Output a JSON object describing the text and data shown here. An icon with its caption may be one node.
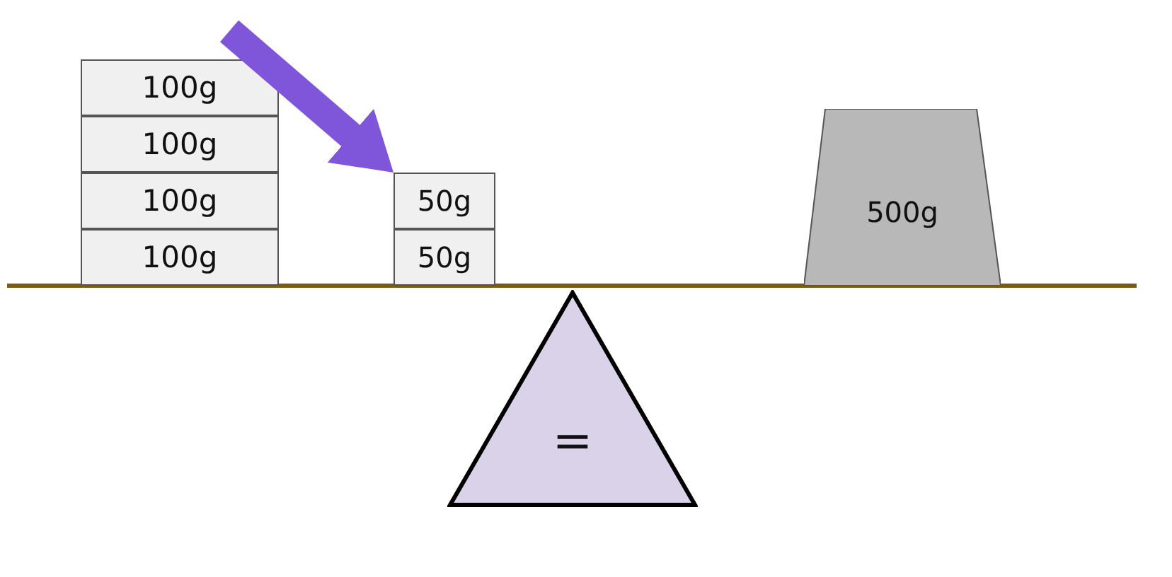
{
  "diagram": {
    "nodes": [
      {
        "text": [
          "100g"
        ]
      },
      {
        "text": [
          "100g"
        ]
      },
      {
        "text": [
          "100g"
        ]
      },
      {
        "text": [
          "100g"
        ]
      },
      {
        "text": [
          "50g"
        ]
      },
      {
        "text": [
          "50g"
        ]
      },
      {
        "text": [
          "500g"
        ]
      },
      {
        "text": [
          "="
        ]
      }
    ],
    "edges": [
      {
        "from": null,
        "to": 4,
        "arrow": "to",
        "color": "#7f56d9"
      }
    ]
  }
}
